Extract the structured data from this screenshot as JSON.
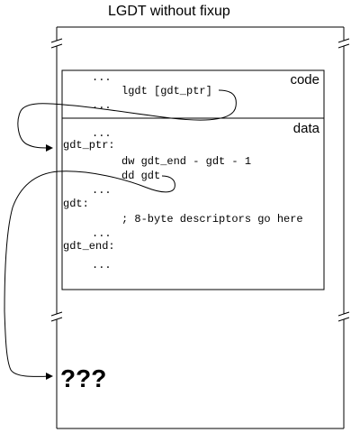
{
  "title": "LGDT without fixup",
  "code_section": {
    "label": "code",
    "lines": [
      "...",
      "lgdt [gdt_ptr]",
      "..."
    ]
  },
  "data_section": {
    "label": "data",
    "lines": [
      "...",
      "gdt_ptr:",
      "dw gdt_end - gdt - 1",
      "dd gdt",
      "...",
      "gdt:",
      "; 8-byte descriptors go here",
      "...",
      "gdt_end:",
      "..."
    ]
  },
  "unknown_target": "???",
  "colors": {
    "foreground": "#000000",
    "background": "#ffffff"
  }
}
